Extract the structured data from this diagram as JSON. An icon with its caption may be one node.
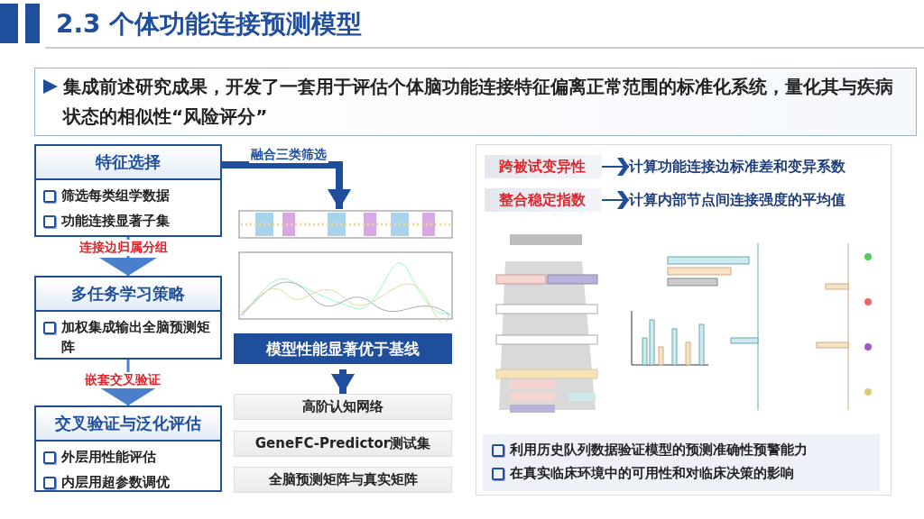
{
  "diagram": {
    "title": "2.3 个体功能连接预测模型",
    "nodes": [
      {
        "text": [
          "特征选择",
          "筛选每类组学数据",
          "功能连接显著子集"
        ]
      },
      {
        "text": [
          "多任务学习策略",
          "加权集成输出全脑预测矩阵"
        ]
      },
      {
        "text": [
          "交叉验证与泛化评估",
          "外层用性能评估",
          "内层用超参数调优"
        ]
      },
      {
        "text": [],
        "shape": "picture"
      },
      {
        "text": [
          "模型性能显著优于基线"
        ]
      },
      {
        "text": [
          "高阶认知网络"
        ]
      },
      {
        "text": [
          "GeneFC-Predictor测试集"
        ]
      },
      {
        "text": [
          "全脑预测矩阵与真实矩阵"
        ]
      },
      {
        "text": [
          "跨被试变异性"
        ]
      },
      {
        "text": [
          "计算功能连接边标准差和变异系数"
        ]
      },
      {
        "text": [
          "整合稳定指数"
        ]
      },
      {
        "text": [
          "计算内部节点间连接强度的平均值"
        ]
      }
    ],
    "edges": [
      {
        "from": 0,
        "to": 1,
        "arrow": "to",
        "label": "连接边归属分组",
        "color": "#4a7fcc"
      },
      {
        "from": 1,
        "to": 2,
        "arrow": "to",
        "label": "嵌套交叉验证",
        "color": "#4a7fcc"
      },
      {
        "from": 0,
        "to": 3,
        "arrow": "to",
        "label": "融合三类筛选",
        "style": "thick",
        "color": "#1f4e9c"
      },
      {
        "from": 4,
        "to": 5,
        "arrow": "to",
        "style": "thick",
        "color": "#1f4e9c"
      },
      {
        "from": 8,
        "to": 9,
        "arrow": "to"
      },
      {
        "from": 10,
        "to": 11,
        "arrow": "to"
      }
    ],
    "labels": [
      "集成前述研究成果，开发了一套用于评估**个体脑功能连接**特征偏离正常范围的标准化系统，量化其与疾病状态的相似性“风险评分”",
      "利用历史队列**数据验证模型**的预测准确性预警能力",
      "在真实临床环境中的**可用性**和对临床**决策的影响**"
    ]
  }
}
